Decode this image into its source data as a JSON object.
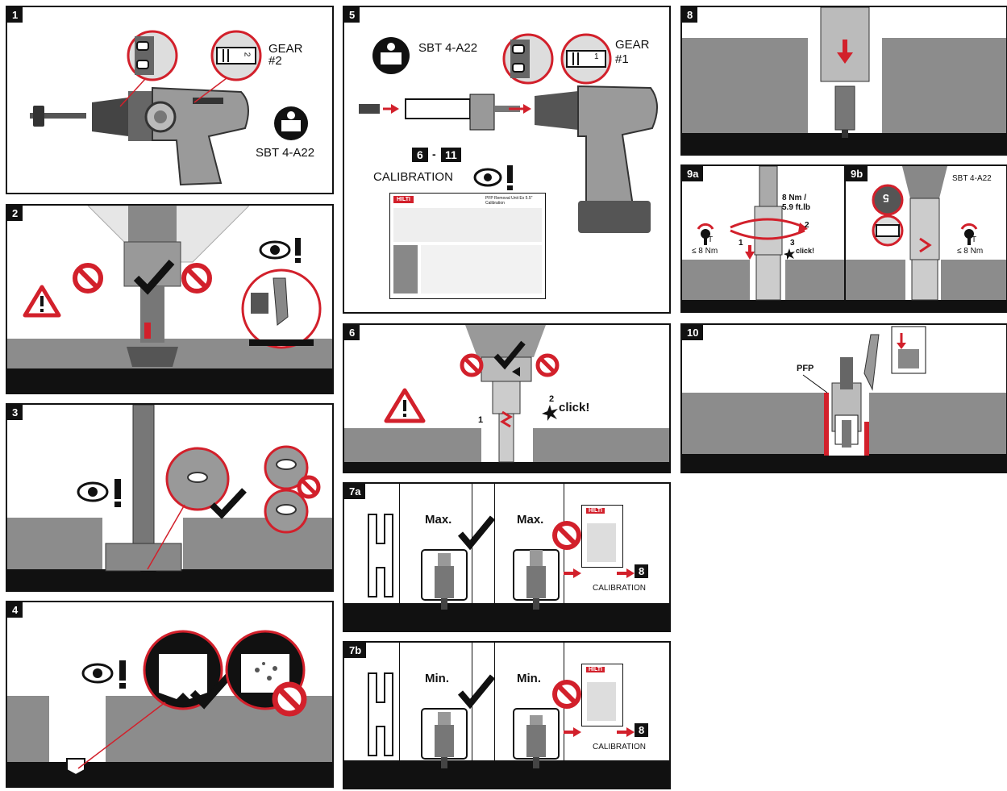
{
  "steps": {
    "s1": {
      "badge": "1",
      "gear": "GEAR",
      "gear_num": "#2",
      "tool": "SBT 4-A22",
      "dial": "2"
    },
    "s2": {
      "badge": "2"
    },
    "s3": {
      "badge": "3"
    },
    "s4": {
      "badge": "4"
    },
    "s5": {
      "badge": "5",
      "tool": "SBT 4-A22",
      "gear": "GEAR",
      "gear_num": "#1",
      "range_from": "6",
      "range_dash": "-",
      "range_to": "11",
      "calibration": "CALIBRATION",
      "dial": "1",
      "doc_title": "PFP Removal Unit Ex 5.5\"",
      "doc_sub": "Calibration",
      "logo": "HILTI"
    },
    "s6": {
      "badge": "6",
      "n1": "1",
      "n2": "2",
      "click": "click!"
    },
    "s7a": {
      "badge": "7a",
      "label1": "Max.",
      "label2": "Max.",
      "goto": "8",
      "calibration": "CALIBRATION",
      "logo": "HILTI"
    },
    "s7b": {
      "badge": "7b",
      "label1": "Min.",
      "label2": "Min.",
      "goto": "8",
      "calibration": "CALIBRATION",
      "logo": "HILTI"
    },
    "s8": {
      "badge": "8"
    },
    "s9a": {
      "badge": "9a",
      "torque": "8 Nm /",
      "torque2": "5.9 ft.lb",
      "n1": "1",
      "n2": "2",
      "n3": "3",
      "click": "click!",
      "limit": "≤ 8 Nm",
      "t_ref": "T"
    },
    "s9b": {
      "badge": "9b",
      "tool": "SBT 4-A22",
      "dial": "5",
      "limit": "≤ 8 Nm",
      "t_ref": "T"
    },
    "s10": {
      "badge": "10",
      "pfp": "PFP"
    }
  },
  "colors": {
    "accent": "#d2202b",
    "ground": "#8c8c8c",
    "dark": "#111111"
  },
  "icons": [
    "manual-icon",
    "eye-icon",
    "warning-icon",
    "prohibited-icon",
    "check-icon",
    "arrow-icon",
    "click-star-icon",
    "torque-icon"
  ]
}
